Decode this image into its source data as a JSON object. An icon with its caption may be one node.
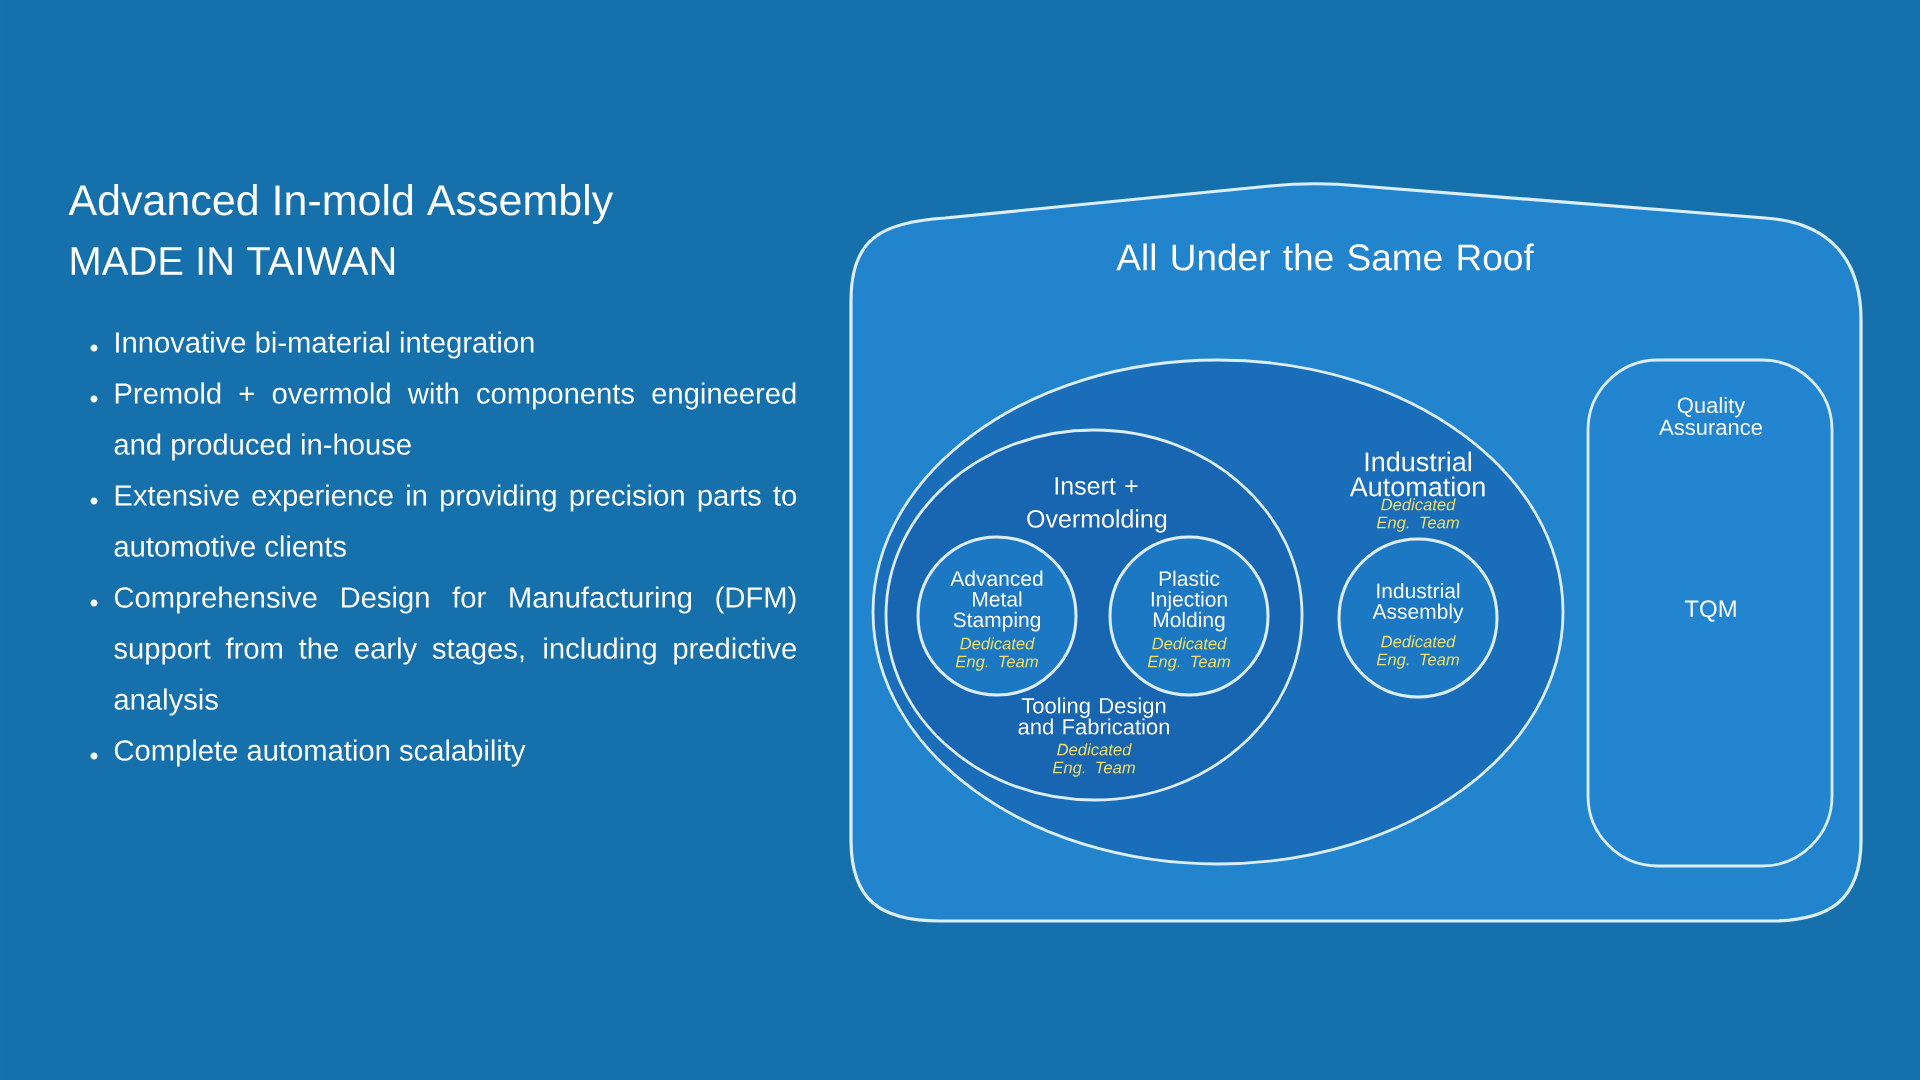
{
  "diagram": {
    "title": "Advanced In-mold Assembly",
    "nodes": [
      {
        "text": [
          "All Under the Same Roof"
        ]
      },
      {
        "text": [
          "Industrial Automation",
          "Dedicated Eng. Team"
        ],
        "in": 0
      },
      {
        "text": [
          "Insert + Overmolding",
          "Tooling Design and Fabrication",
          "Dedicated Eng. Team"
        ],
        "in": 1
      },
      {
        "text": [
          "Advanced Metal Stamping",
          "Dedicated Eng. Team"
        ],
        "in": 2
      },
      {
        "text": [
          "Plastic Injection Molding",
          "Dedicated Eng. Team"
        ],
        "in": 2
      },
      {
        "text": [
          "Industrial Assembly",
          "Dedicated Eng. Team"
        ],
        "in": 1
      },
      {
        "text": [
          "Quality Assurance",
          "TQM"
        ],
        "in": 0
      }
    ],
    "labels": [
      "MADE IN TAIWAN",
      "Innovative bi-material integration",
      "Premold + overmold with components engineered and produced in-house",
      "Extensive experience in providing precision parts to automotive clients",
      "Comprehensive Design for Manufacturing (DFM) support from the early stages, including predictive analysis",
      "Complete automation scalability"
    ]
  }
}
